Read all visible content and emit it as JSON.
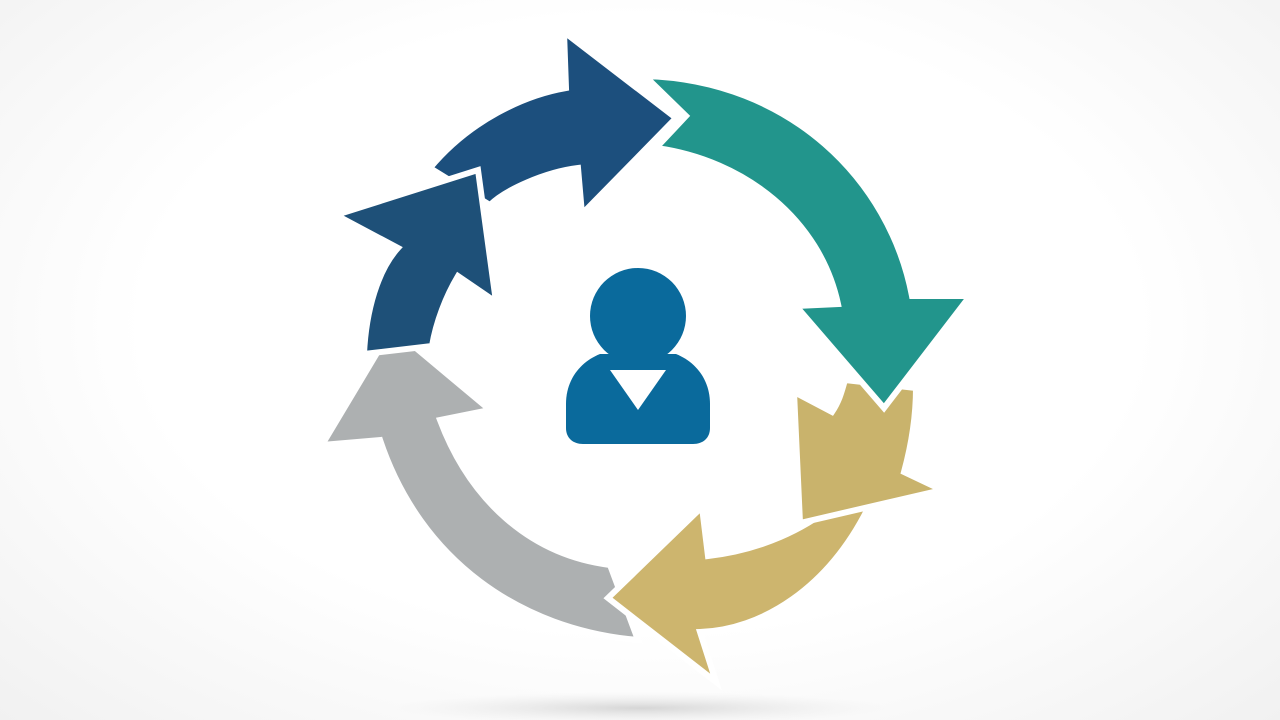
{
  "diagram": {
    "type": "cycle",
    "arrows": [
      {
        "id": "teal-arrow",
        "color": "#22958c"
      },
      {
        "id": "gold-arrow-right",
        "color": "#c9b36c"
      },
      {
        "id": "gold-arrow-bottom",
        "color": "#cdb56e"
      },
      {
        "id": "gray-arrow",
        "color": "#adb0b1"
      },
      {
        "id": "navy-arrow-left",
        "color": "#1e5078"
      },
      {
        "id": "navy-arrow-top",
        "color": "#1c4f7d"
      }
    ],
    "center_icon": {
      "name": "person-icon",
      "color": "#0a6a9c"
    }
  }
}
